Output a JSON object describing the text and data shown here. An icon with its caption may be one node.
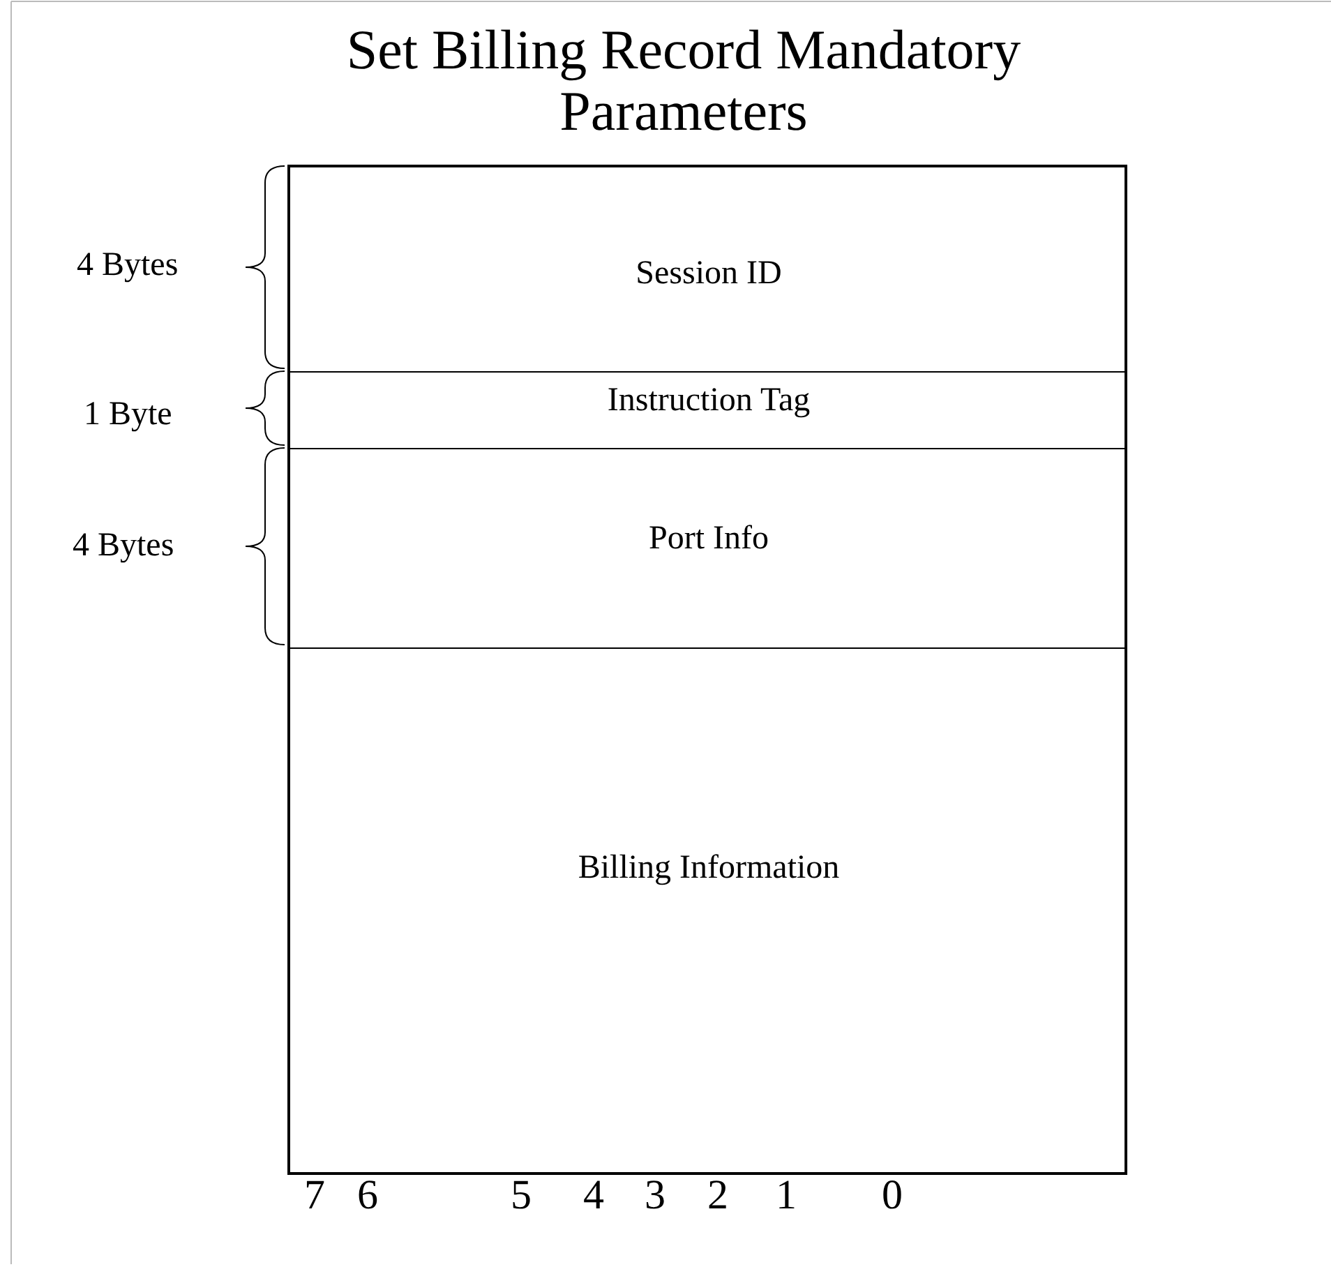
{
  "diagram": {
    "title": "Set Billing Record Mandatory Parameters",
    "nodes": [
      {
        "text": [
          "Session ID"
        ]
      },
      {
        "text": [
          "Instruction Tag"
        ]
      },
      {
        "text": [
          "Port Info"
        ]
      },
      {
        "text": [
          "Billing Information"
        ]
      }
    ],
    "labels": [
      "4 Bytes",
      "1 Byte",
      "4 Bytes",
      "7",
      "6",
      "5",
      "4",
      "3",
      "2",
      "1",
      "0"
    ]
  }
}
